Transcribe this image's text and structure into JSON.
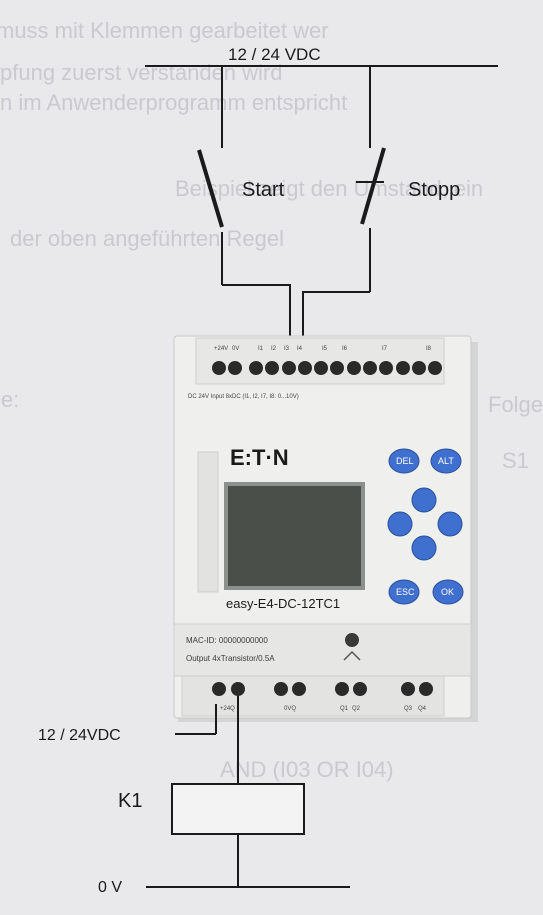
{
  "supply_top_label": "12 / 24 VDC",
  "start_label": "Start",
  "stop_label": "Stopp",
  "output_supply_label": "12 / 24VDC",
  "relay_label": "K1",
  "ground_label": "0 V",
  "device": {
    "brand": "E:T·N",
    "model": "easy-E4-DC-12TC1",
    "input_terminals": [
      "+24V",
      "0V",
      "I1",
      "I2",
      "I3",
      "I4",
      "I5",
      "I6",
      "I7",
      "I8"
    ],
    "input_spec": "DC 24V     Input 8xDC (I1, I2, I7, I8: 0...10V)",
    "keys": [
      "DEL",
      "ALT",
      "ESC",
      "OK"
    ],
    "spec_line1": "MAC-ID: 00000000000",
    "spec_line2": "Output 4xTransistor/0.5A",
    "output_terminals": [
      "+24Q",
      "0VQ",
      "Q1",
      "Q2",
      "Q3",
      "Q4"
    ]
  },
  "background_text": [
    "muss mit Klemmen gearbeitet wer",
    "pfung zuerst verstanden wird",
    "n im Anwenderprogramm entspricht",
    "Beispiel zeigt den Umstand, ein",
    "der oben angeführten Regel",
    "le:",
    "Folge",
    "S1",
    "AND (I03 OR I04)"
  ],
  "colors": {
    "line": "#1a1a1a",
    "device_body": "#eff0ee",
    "display": "#4a4f4a",
    "key": "#3f6fcf",
    "terminal": "#2a2a2a"
  }
}
